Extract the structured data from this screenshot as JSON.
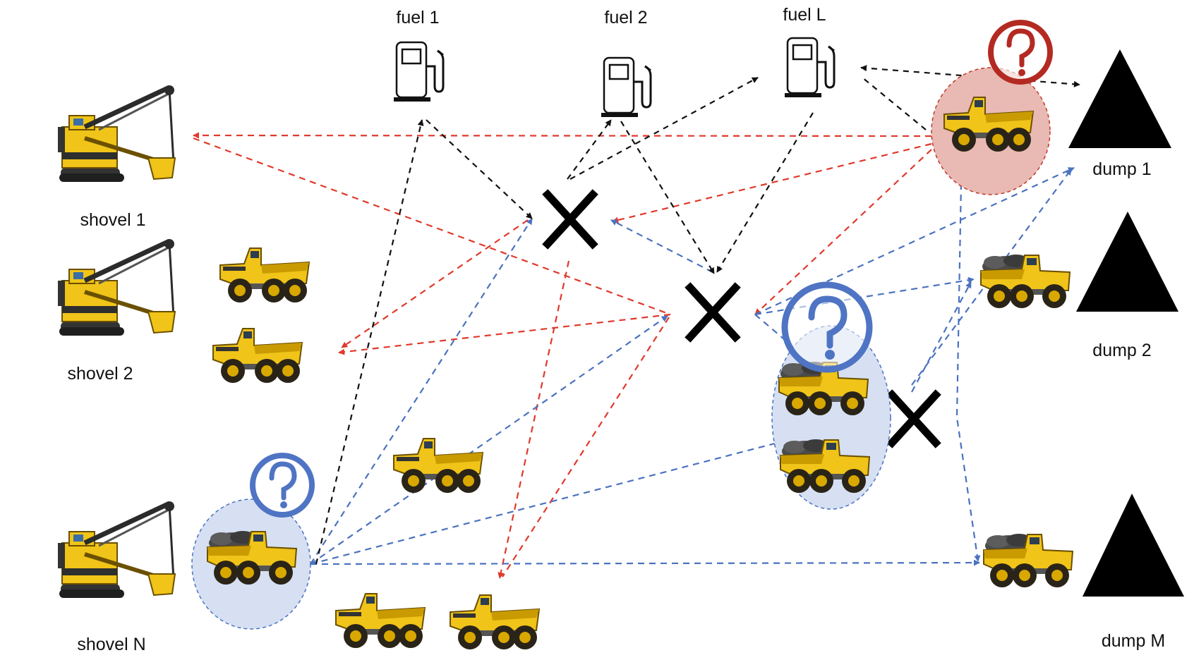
{
  "labels": {
    "fuel_1": "fuel 1",
    "fuel_2": "fuel 2",
    "fuel_L": "fuel L",
    "dump_1": "dump 1",
    "dump_2": "dump 2",
    "dump_M": "dump M",
    "shovel_1": "shovel 1",
    "shovel_2": "shovel 2",
    "shovel_N": "shovel N"
  },
  "colors": {
    "red_route": "#e0392b",
    "blue_route": "#4a72c0",
    "black_route": "#111111",
    "question_red": "#b32a22",
    "question_blue": "#4f74c4",
    "truck_body": "#f0c418",
    "truck_dark": "#7a5c00",
    "ore": "#4a4a4a",
    "highlight_red": "#e9b9b3",
    "highlight_blue": "#d6e0f2"
  },
  "icons": [
    "fuel-pump-icon",
    "shovel-excavator-icon",
    "haul-truck-icon",
    "loaded-haul-truck-icon",
    "dump-triangle-icon",
    "intersection-x-icon",
    "question-mark-icon"
  ]
}
